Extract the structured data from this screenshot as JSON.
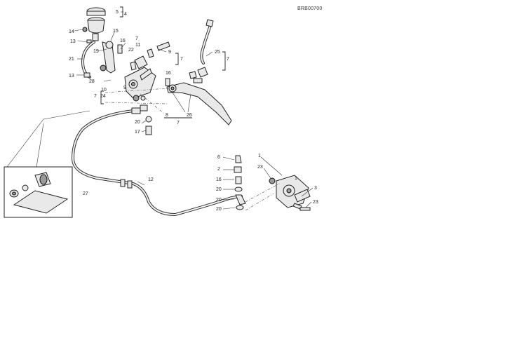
{
  "drawing_code": "BRB00700",
  "labels": {
    "l1a": "1",
    "l1b": "1",
    "l2": "2",
    "l3": "3",
    "l4": "4",
    "l5": "5",
    "l6": "6",
    "l7a": "7",
    "l7b": "7",
    "l7c": "7",
    "l7d": "7",
    "l7e": "7",
    "l8": "8",
    "l9a": "9",
    "l9b": "9",
    "l10": "10",
    "l11": "11",
    "l12": "12",
    "l13a": "13",
    "l13b": "13",
    "l14": "14",
    "l15": "15",
    "l16a": "16",
    "l16b": "16",
    "l17": "17",
    "l19": "19",
    "l20a": "20",
    "l20b": "20",
    "l20c": "20",
    "l21": "21",
    "l22": "22",
    "l23a": "23",
    "l23b": "23",
    "l24": "24",
    "l25": "25",
    "l26": "26",
    "l27": "27",
    "l28": "28"
  }
}
